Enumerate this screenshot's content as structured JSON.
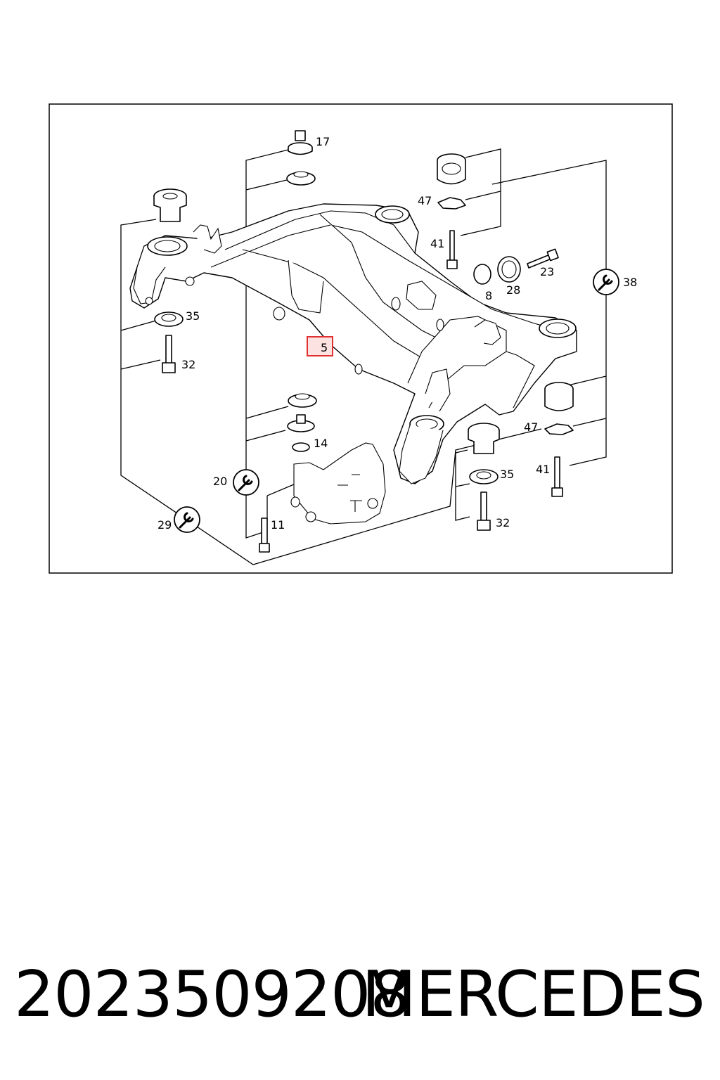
{
  "callouts": {
    "c17": "17",
    "c47a": "47",
    "c41a": "41",
    "c23": "23",
    "c28": "28",
    "c8": "8",
    "c38": "38",
    "c35a": "35",
    "c32a": "32",
    "c5": "5",
    "c47b": "47",
    "c14": "14",
    "c20": "20",
    "c35b": "35",
    "c41b": "41",
    "c29": "29",
    "c11": "11",
    "c32b": "32"
  },
  "highlight_color": "#e03030",
  "footer": {
    "part_number": "2023509208",
    "brand": "MERCEDES"
  }
}
